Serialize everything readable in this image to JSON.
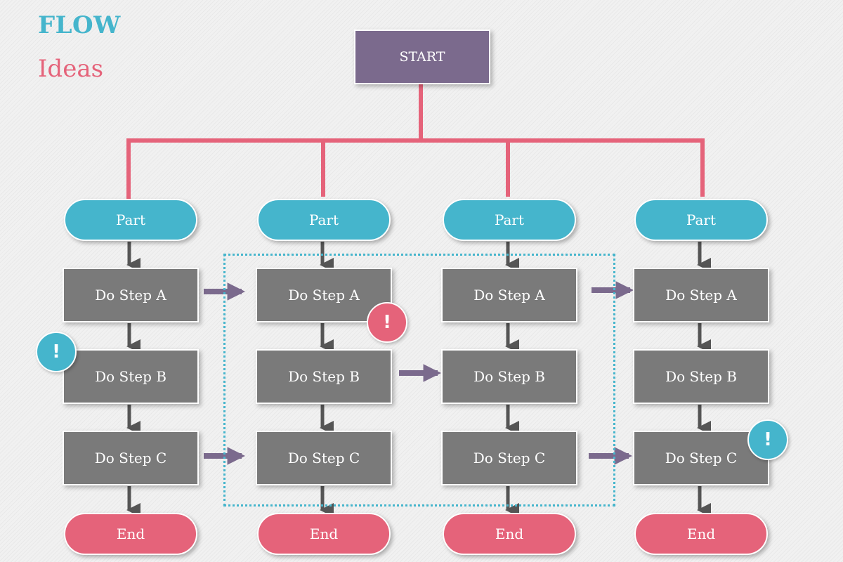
{
  "header": {
    "title": "FLOW",
    "subtitle": "Ideas"
  },
  "start": {
    "label": "START"
  },
  "columns": [
    {
      "part": "Part",
      "steps": [
        "Do Step A",
        "Do Step B",
        "Do Step C"
      ],
      "end": "End"
    },
    {
      "part": "Part",
      "steps": [
        "Do Step A",
        "Do Step B",
        "Do Step C"
      ],
      "end": "End"
    },
    {
      "part": "Part",
      "steps": [
        "Do Step A",
        "Do Step B",
        "Do Step C"
      ],
      "end": "End"
    },
    {
      "part": "Part",
      "steps": [
        "Do Step A",
        "Do Step B",
        "Do Step C"
      ],
      "end": "End"
    }
  ],
  "badges": [
    {
      "symbol": "!",
      "color": "#45b5cc"
    },
    {
      "symbol": "!",
      "color": "#e5637a"
    },
    {
      "symbol": "!",
      "color": "#45b5cc"
    }
  ],
  "colors": {
    "title_accent": "#45b5cc",
    "subtitle_accent": "#e5637a",
    "start_box": "#7b6a8d",
    "step_box": "#7a7a7a",
    "part_pill": "#45b5cc",
    "end_pill": "#e5637a",
    "tree_line": "#e5637a",
    "down_arrow": "#555555",
    "side_arrow": "#7b6a8d",
    "dashed_frame": "#45b5cc"
  }
}
